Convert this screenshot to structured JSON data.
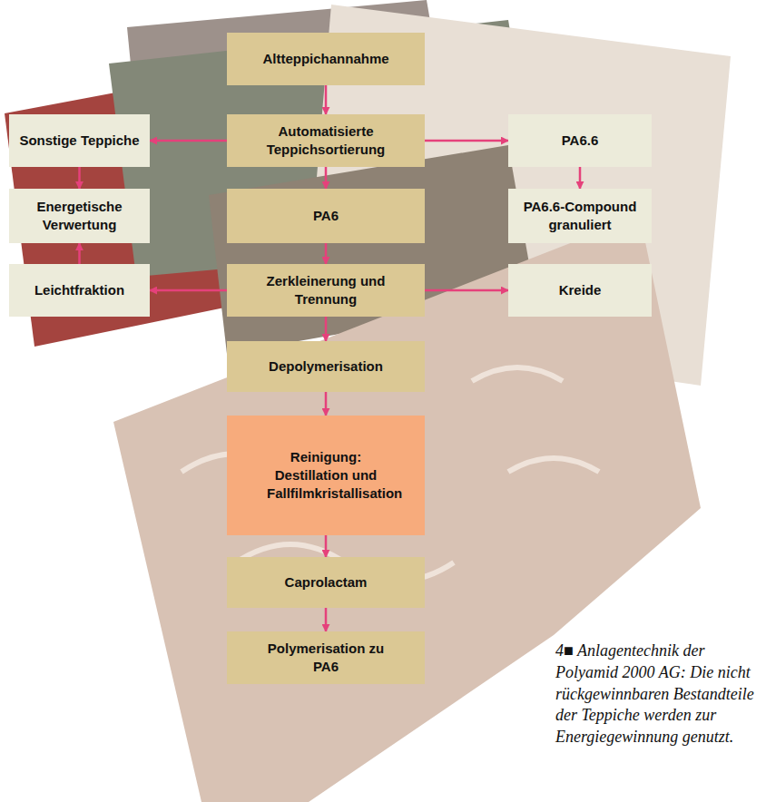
{
  "diagram": {
    "caption": "4■ Anlagentechnik der Polyamid 2000 AG: Die nicht rückgewinnbaren Bestandteile der Teppiche werden zur Energiegewinnung genutzt.",
    "nodes": [
      {
        "text": [
          "Altteppichannahme"
        ]
      },
      {
        "text": [
          "Sonstige Teppiche"
        ]
      },
      {
        "text": [
          "Automatisierte Teppichsortierung"
        ]
      },
      {
        "text": [
          "PA6.6"
        ]
      },
      {
        "text": [
          "Energetische Verwertung"
        ]
      },
      {
        "text": [
          "PA6"
        ]
      },
      {
        "text": [
          "PA6.6-Compound granuliert"
        ]
      },
      {
        "text": [
          "Leichtfraktion"
        ]
      },
      {
        "text": [
          "Zerkleinerung und Trennung"
        ]
      },
      {
        "text": [
          "Kreide"
        ]
      },
      {
        "text": [
          "Depolymerisation"
        ]
      },
      {
        "text": [
          "Reinigung: Destillation und Fallfilmkristallisation"
        ]
      },
      {
        "text": [
          "Caprolactam"
        ]
      },
      {
        "text": [
          "Polymerisation zu PA6"
        ]
      }
    ],
    "edges": [
      {
        "from": 0,
        "to": 2,
        "arrow": "to"
      },
      {
        "from": 2,
        "to": 1,
        "arrow": "to"
      },
      {
        "from": 2,
        "to": 3,
        "arrow": "to"
      },
      {
        "from": 2,
        "to": 5,
        "arrow": "to"
      },
      {
        "from": 1,
        "to": 4,
        "arrow": "to"
      },
      {
        "from": 3,
        "to": 6,
        "arrow": "to"
      },
      {
        "from": 5,
        "to": 8,
        "arrow": "to"
      },
      {
        "from": 8,
        "to": 7,
        "arrow": "to"
      },
      {
        "from": 8,
        "to": 9,
        "arrow": "to"
      },
      {
        "from": 7,
        "to": 4,
        "arrow": "to"
      },
      {
        "from": 8,
        "to": 10,
        "arrow": "to"
      },
      {
        "from": 10,
        "to": 11,
        "arrow": "to"
      },
      {
        "from": 11,
        "to": 12,
        "arrow": "to"
      },
      {
        "from": 12,
        "to": 13,
        "arrow": "to"
      }
    ]
  }
}
